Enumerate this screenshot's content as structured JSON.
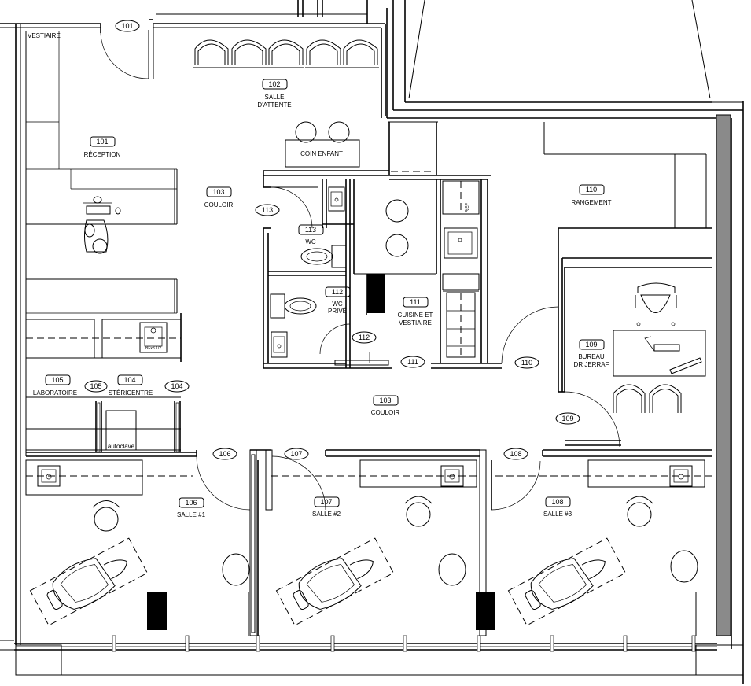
{
  "rooms": {
    "vestiaire": {
      "label": "VESTIAIRE",
      "tag": "101"
    },
    "salle_attente": {
      "number": "102",
      "name_line1": "SALLE",
      "name_line2": "D'ATTENTE"
    },
    "coin_enfant": {
      "label": "COIN ENFANT"
    },
    "reception": {
      "number": "101",
      "name": "RÉCEPTION"
    },
    "couloir_top": {
      "number": "103",
      "name": "COULOIR"
    },
    "couloir_mid": {
      "number": "103",
      "name": "COULOIR"
    },
    "wc": {
      "number": "113",
      "name": "WC",
      "door": "113"
    },
    "wc_prive": {
      "number": "112",
      "name_line1": "WC",
      "name_line2": "PRIVÉ",
      "door": "112"
    },
    "cuisine": {
      "number": "111",
      "name_line1": "CUISINE ET",
      "name_line2": "VESTIAIRE",
      "door": "111",
      "ref": "REF"
    },
    "rangement": {
      "number": "110",
      "name": "RANGEMENT",
      "door": "110"
    },
    "bureau": {
      "number": "109",
      "name_line1": "BUREAU",
      "name_line2": "DR JERRAF",
      "door": "109"
    },
    "laboratoire": {
      "number": "105",
      "name": "LABORATOIRE",
      "door": "105"
    },
    "stericentre": {
      "number": "104",
      "name": "STÉRICENTRE",
      "door": "104",
      "equipment": "autoclave"
    },
    "salle1": {
      "number": "106",
      "name": "SALLE #1",
      "door": "106"
    },
    "salle2": {
      "number": "107",
      "name": "SALLE #2",
      "door": "107"
    },
    "salle3": {
      "number": "108",
      "name": "SALLE #3",
      "door": "108"
    }
  },
  "sink_note": "BFx8.1/2",
  "colors": {
    "line": "#000000",
    "background": "#ffffff",
    "window_gray": "#8a8a8a",
    "fill_black": "#000000"
  }
}
